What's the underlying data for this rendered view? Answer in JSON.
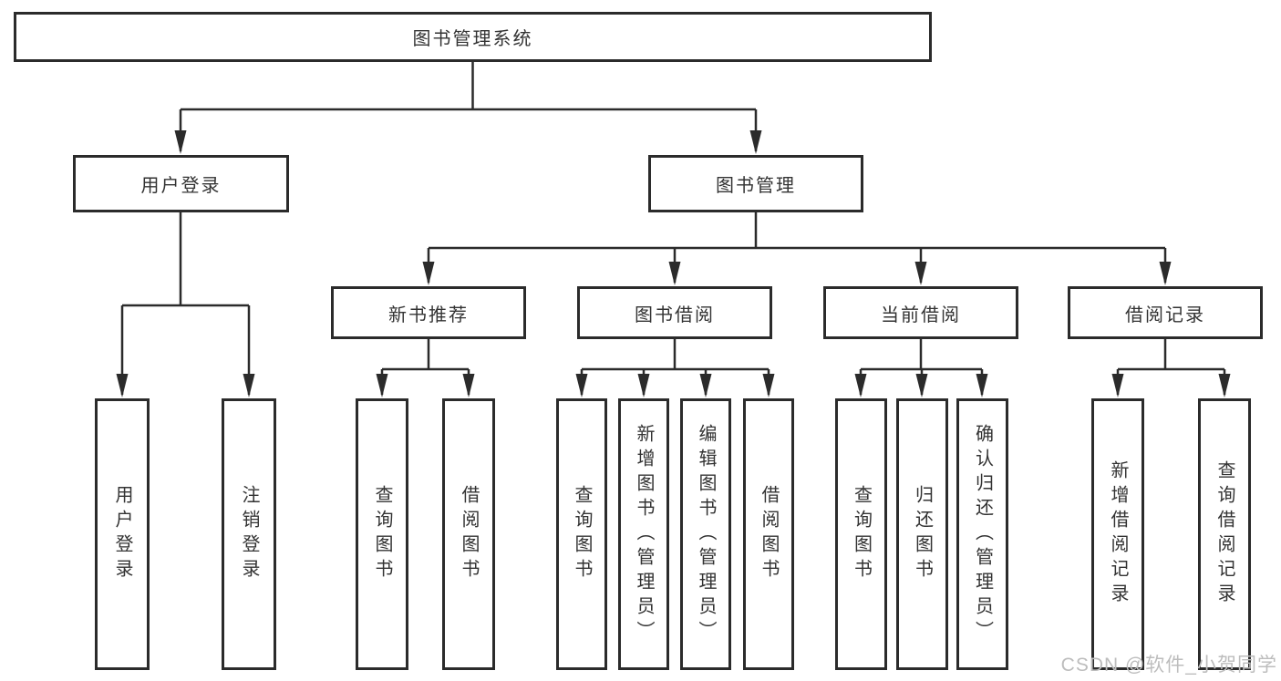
{
  "tree": {
    "root": {
      "label": "图书管理系统"
    },
    "branches": [
      {
        "label": "用户登录",
        "children": [
          {
            "label": "用户登录"
          },
          {
            "label": "注销登录"
          }
        ]
      },
      {
        "label": "图书管理",
        "children": [
          {
            "label": "新书推荐",
            "children": [
              {
                "label": "查询图书"
              },
              {
                "label": "借阅图书"
              }
            ]
          },
          {
            "label": "图书借阅",
            "children": [
              {
                "label": "查询图书"
              },
              {
                "label": "新增图书（管理员）"
              },
              {
                "label": "编辑图书（管理员）"
              },
              {
                "label": "借阅图书"
              }
            ]
          },
          {
            "label": "当前借阅",
            "children": [
              {
                "label": "查询图书"
              },
              {
                "label": "归还图书"
              },
              {
                "label": "确认归还（管理员）"
              }
            ]
          },
          {
            "label": "借阅记录",
            "children": [
              {
                "label": "新增借阅记录"
              },
              {
                "label": "查询借阅记录"
              }
            ]
          }
        ]
      }
    ]
  },
  "colors": {
    "line": "#2b2b2b",
    "text": "#333333",
    "watermark": "#bdbdbd",
    "background": "#ffffff"
  },
  "watermark": {
    "text": "CSDN @软件_小贺同学"
  }
}
